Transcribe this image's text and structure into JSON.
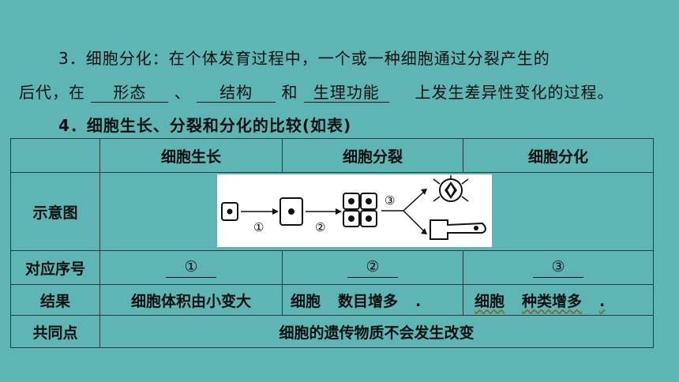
{
  "text": {
    "para3_line1": "3．细胞分化：在个体发育过程中，一个或一种细胞通过分裂产生的",
    "para3_line2_prefix": "后代，在",
    "blank1": "形态",
    "sep1": "、",
    "blank2": "结构",
    "sep2": "和",
    "blank3": "生理功能",
    "para3_line2_suffix": "上发生差异性变化的过程。",
    "para4": "4．细胞生长、分裂和分化的比较(如表)"
  },
  "table": {
    "headers": [
      "",
      "细胞生长",
      "细胞分裂",
      "细胞分化"
    ],
    "row_diagram_label": "示意图",
    "diagram_steps": [
      "①",
      "②",
      "③"
    ],
    "row_order_label": "对应序号",
    "order_values": [
      "①",
      "②",
      "③"
    ],
    "row_result_label": "结果",
    "result_growth": "细胞体积由小变大",
    "result_division_prefix": "细胞",
    "result_division_blank": "数目增多",
    "result_diff_prefix": "细胞",
    "result_diff_blank": "种类增多",
    "period": ".",
    "row_common_label": "共同点",
    "common_value": "细胞的遗传物质不会发生改变"
  }
}
